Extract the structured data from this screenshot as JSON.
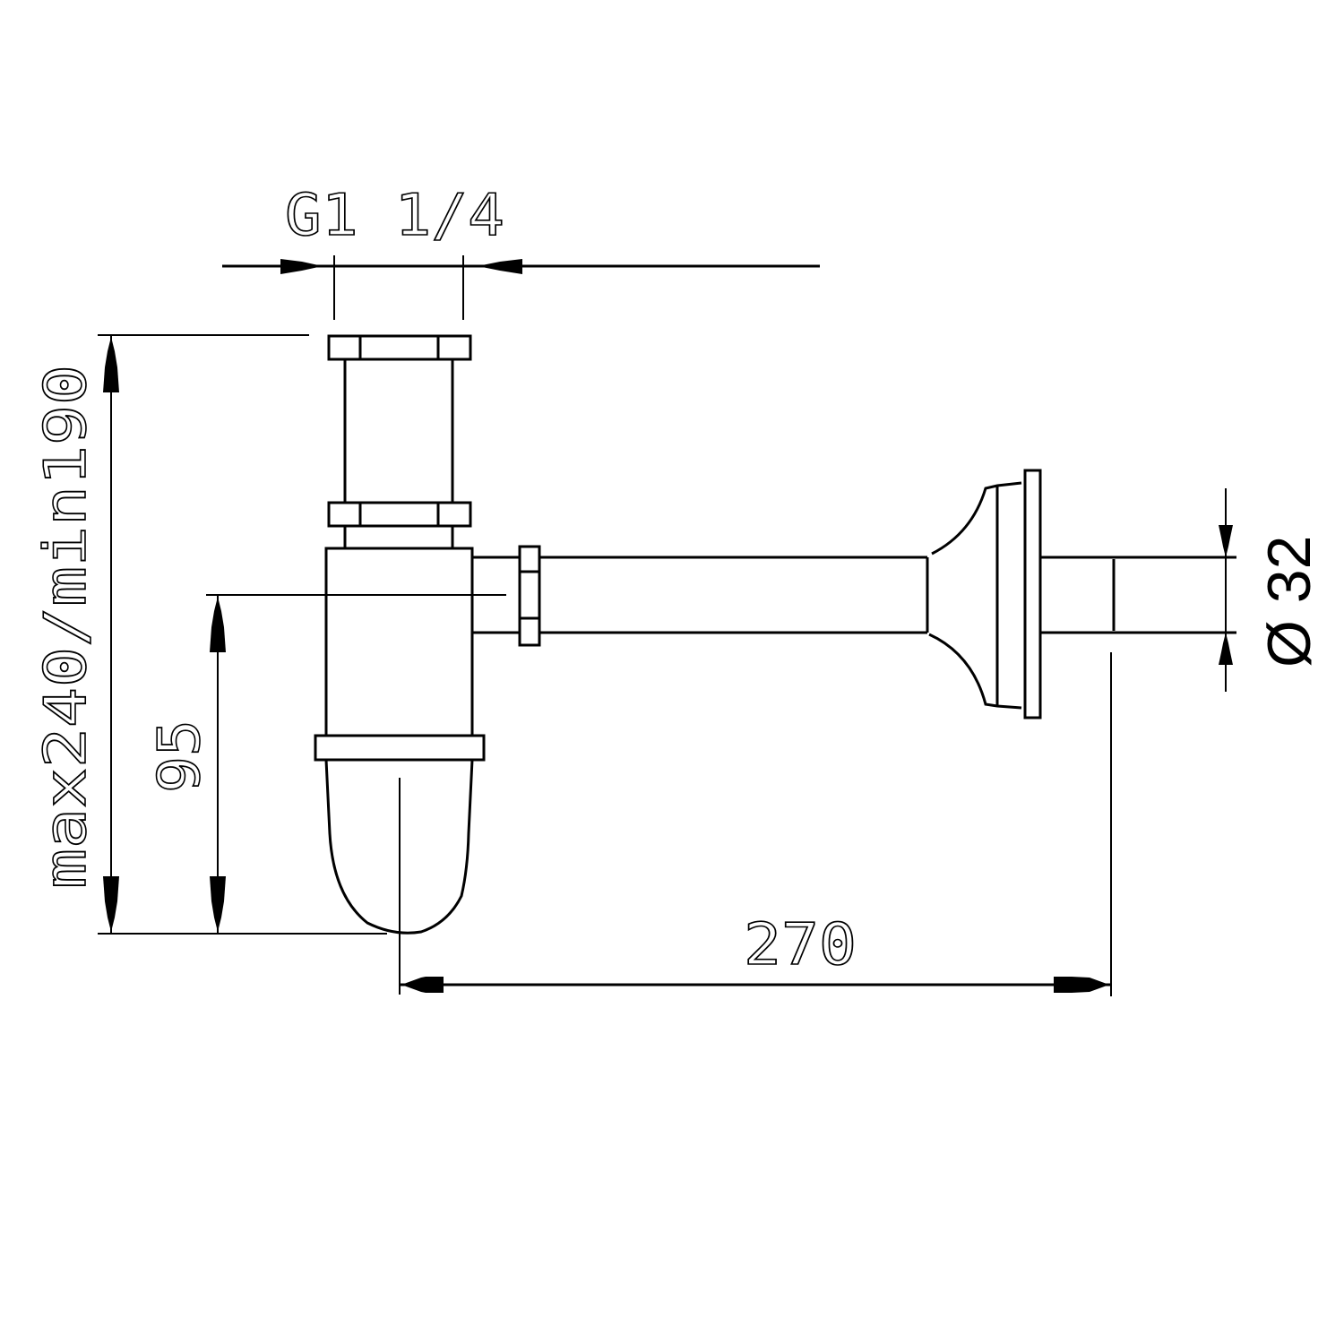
{
  "drawing": {
    "subject": "Bottle trap (siphon) technical drawing",
    "colors": {
      "line": "#000000",
      "background": "#ffffff"
    },
    "dimensions": {
      "inlet_thread": "G1 1/4",
      "height_range": "max240/min190",
      "outlet_center_height": "95",
      "projection_length": "270",
      "outlet_diameter": "Ø 32"
    }
  }
}
